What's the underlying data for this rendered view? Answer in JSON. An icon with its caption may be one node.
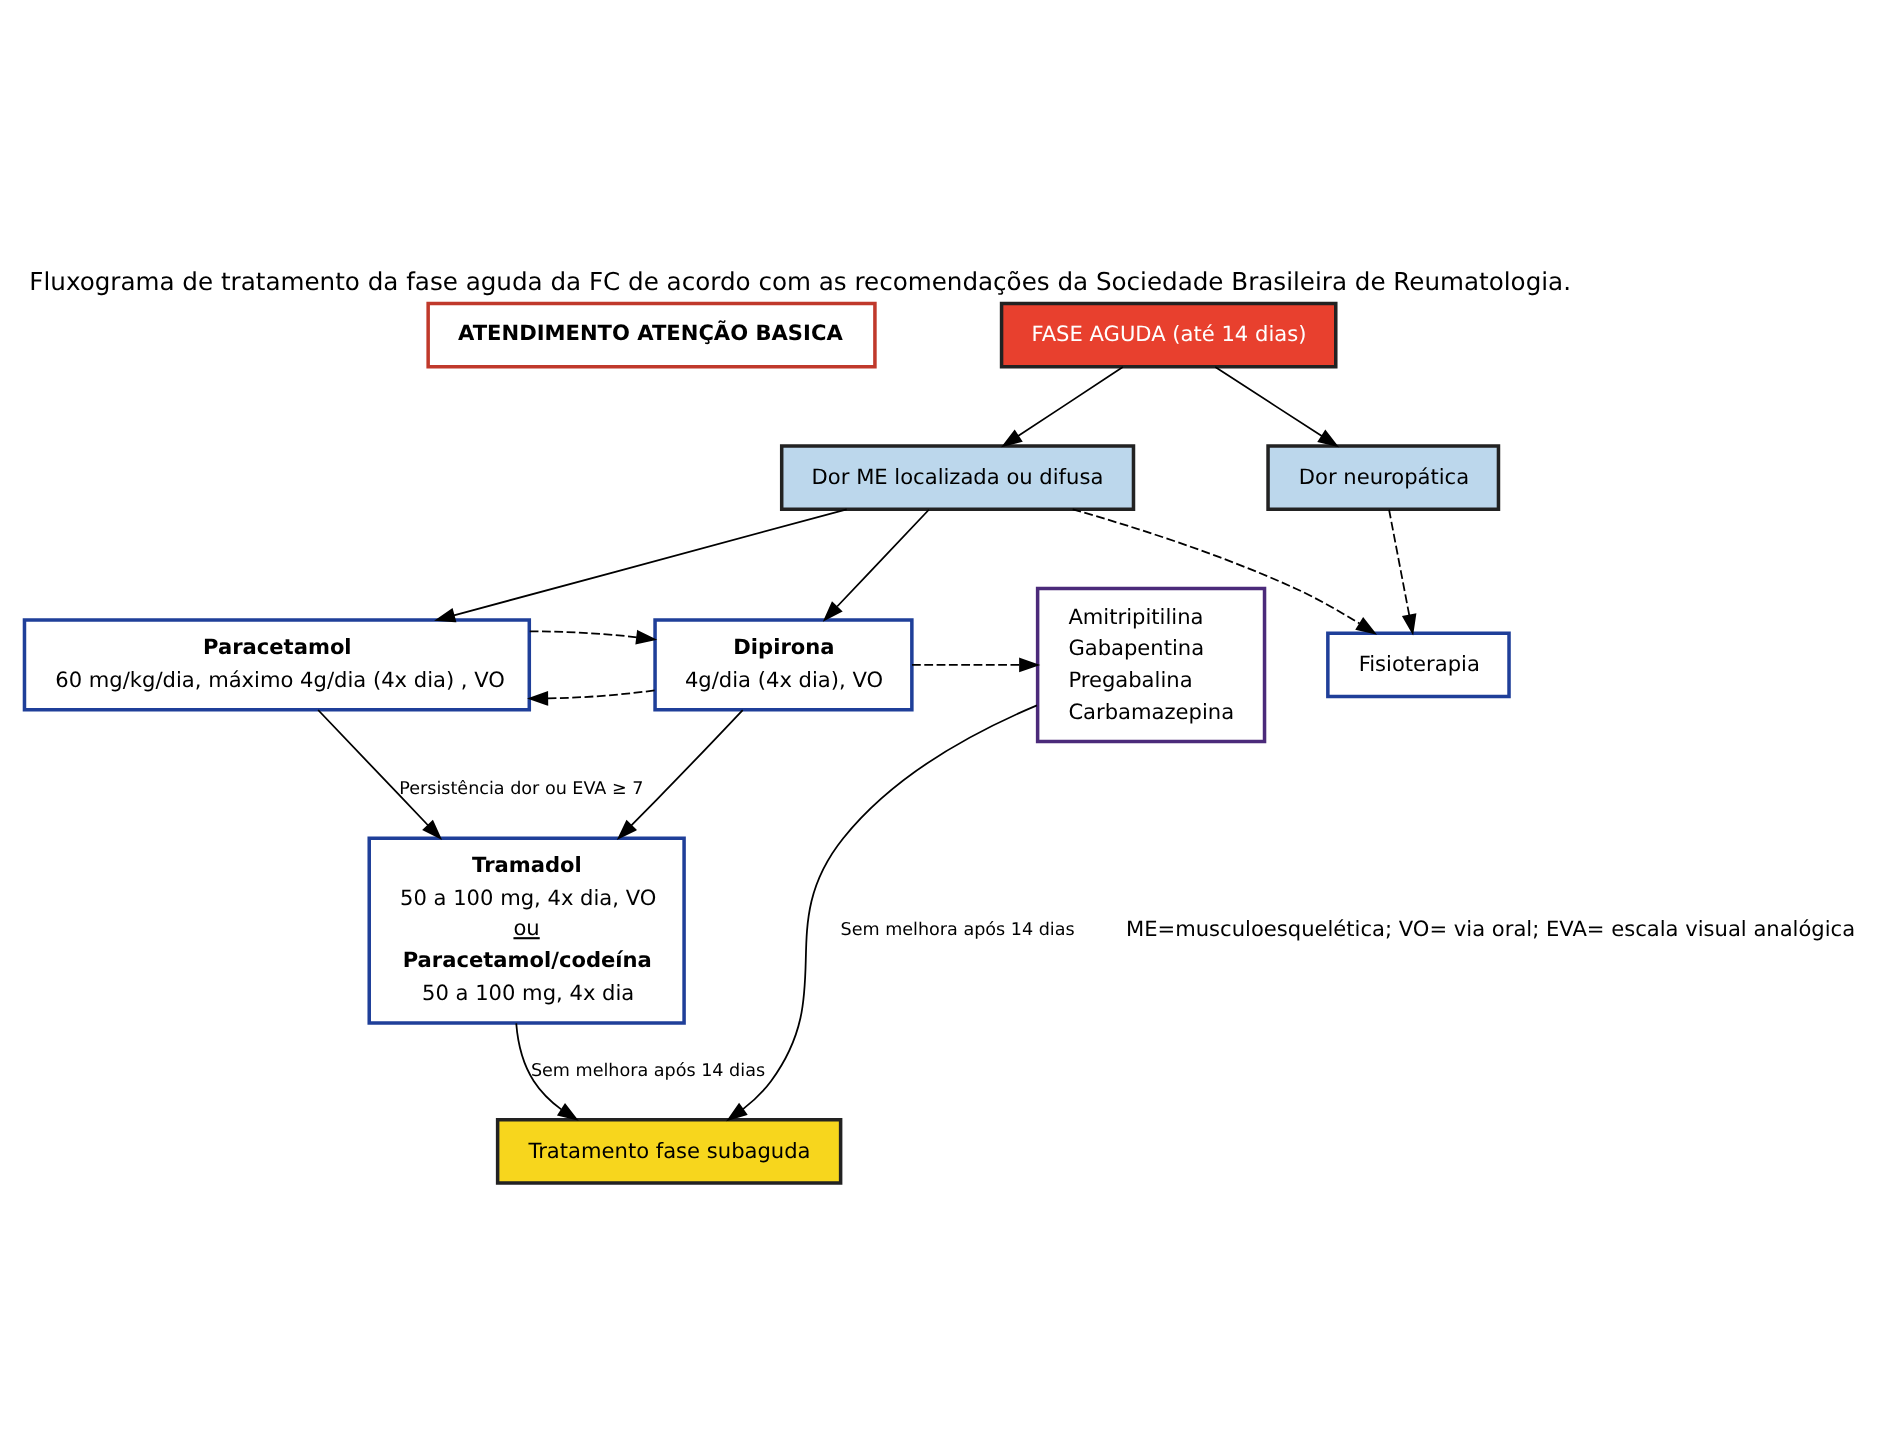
{
  "diagram": {
    "title": "Fluxograma de tratamento da fase aguda da FC de acordo com as recomendações da Sociedade Brasileira de Reumatologia.",
    "caption": "ME=musculoesquelética; VO= via oral; EVA= escala visual analógica",
    "nodes": [
      {
        "text": [
          "ATENDIMENTO ATENÇÃO BASICA"
        ]
      },
      {
        "text": [
          "FASE AGUDA (até 14 dias)"
        ]
      },
      {
        "text": [
          "Dor ME localizada ou difusa"
        ]
      },
      {
        "text": [
          "Dor neuropática"
        ]
      },
      {
        "text": [
          "Paracetamol",
          "60 mg/kg/dia, máximo 4g/dia (4x dia) , VO"
        ]
      },
      {
        "text": [
          "Dipirona",
          "4g/dia (4x dia), VO"
        ]
      },
      {
        "text": [
          "Amitripitilina",
          "Gabapentina",
          "Pregabalina",
          "Carbamazepina"
        ]
      },
      {
        "text": [
          "Tramadol",
          "50 a 100 mg, 4x dia, VO",
          "ou",
          "Paracetamol/codeína",
          "50 a 100 mg, 4x dia"
        ]
      },
      {
        "text": [
          "Tratamento fase subaguda"
        ]
      },
      {
        "text": [
          "Fisioterapia"
        ]
      }
    ],
    "edges": [
      {
        "from": 1,
        "to": 2,
        "arrow": "to"
      },
      {
        "from": 1,
        "to": 3,
        "arrow": "to"
      },
      {
        "from": 2,
        "to": 4,
        "arrow": "to"
      },
      {
        "from": 2,
        "to": 5,
        "arrow": "to"
      },
      {
        "from": 5,
        "to": 4,
        "arrow": "to",
        "style": "dashed"
      },
      {
        "from": 4,
        "to": 5,
        "arrow": "to",
        "style": "dashed"
      },
      {
        "from": 5,
        "to": 6,
        "arrow": "to",
        "style": "dashed"
      },
      {
        "from": 4,
        "to": 7,
        "arrow": "to",
        "label": "Persistência dor ou EVA ≥ 7"
      },
      {
        "from": 5,
        "to": 7,
        "arrow": "to"
      },
      {
        "from": 6,
        "to": 8,
        "arrow": "to",
        "label": "Sem melhora após 14 dias"
      },
      {
        "from": 7,
        "to": 8,
        "arrow": "to",
        "label": "Sem melhora após 14 dias"
      },
      {
        "from": 2,
        "to": 9,
        "arrow": "to",
        "style": "dashed"
      },
      {
        "from": 3,
        "to": 9,
        "arrow": "to",
        "style": "dashed"
      }
    ]
  }
}
